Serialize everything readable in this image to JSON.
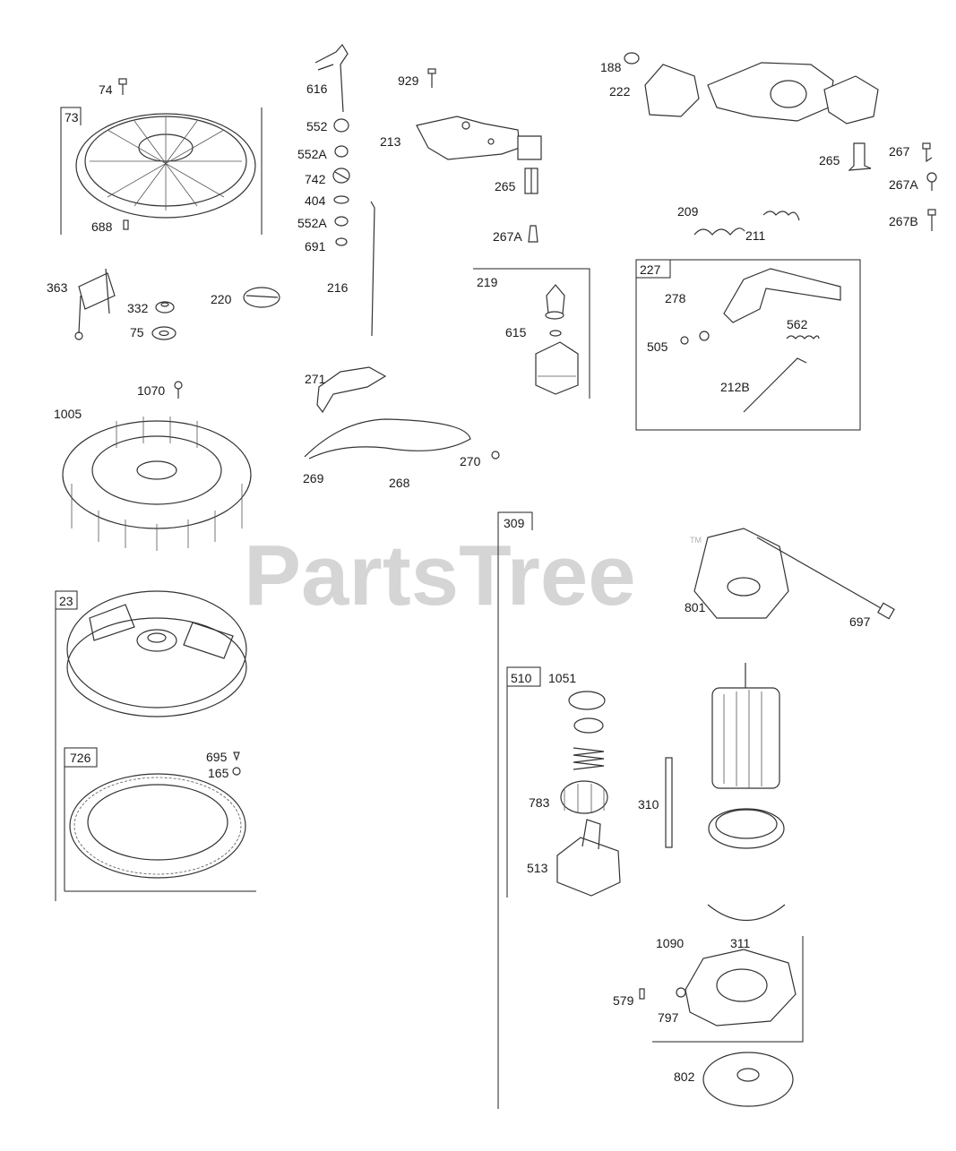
{
  "watermark": {
    "brand": "PartsTree",
    "trademark": "TM"
  },
  "group_boxes": {
    "g73": "73",
    "g219": "219",
    "g227": "227",
    "g23": "23",
    "g726": "726",
    "g309": "309",
    "g510": "510"
  },
  "labels": {
    "p74": "74",
    "p688": "688",
    "p363": "363",
    "p332": "332",
    "p75": "75",
    "p220": "220",
    "p1070": "1070",
    "p1005": "1005",
    "p616": "616",
    "p552": "552",
    "p552A_1": "552A",
    "p742": "742",
    "p404": "404",
    "p552A_2": "552A",
    "p691": "691",
    "p216": "216",
    "p929": "929",
    "p213": "213",
    "p265_1": "265",
    "p267A_1": "267A",
    "p615": "615",
    "p271": "271",
    "p269": "269",
    "p268": "268",
    "p270": "270",
    "p188": "188",
    "p222": "222",
    "p265_2": "265",
    "p267": "267",
    "p267A_2": "267A",
    "p267B": "267B",
    "p209": "209",
    "p211": "211",
    "p278": "278",
    "p562": "562",
    "p505": "505",
    "p212B": "212B",
    "p695": "695",
    "p165": "165",
    "p801": "801",
    "p697": "697",
    "p1051": "1051",
    "p783": "783",
    "p310": "310",
    "p513": "513",
    "p1090": "1090",
    "p311": "311",
    "p579": "579",
    "p797": "797",
    "p802": "802"
  }
}
